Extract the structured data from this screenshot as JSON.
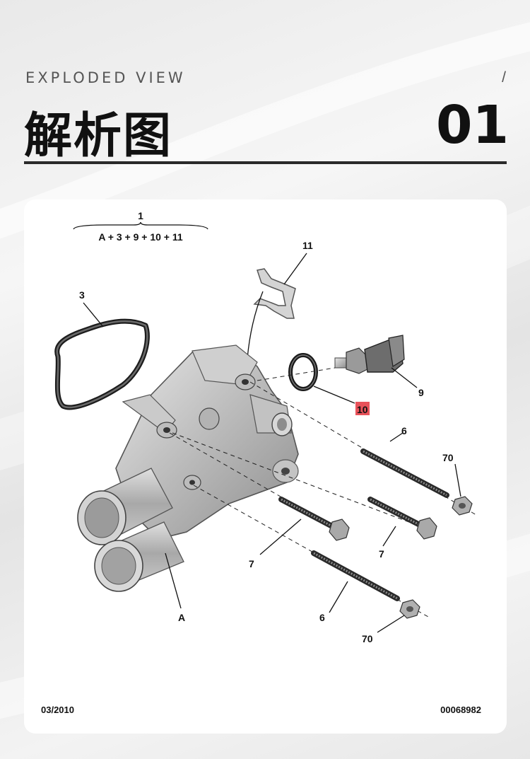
{
  "header": {
    "kicker": "EXPLODED VIEW",
    "slash": "/",
    "title": "解析图",
    "number": "01"
  },
  "diagram": {
    "kit_number": "1",
    "kit_formula": "A + 3 + 9 + 10 + 11",
    "callouts": {
      "gasket": "3",
      "clip": "11",
      "sensor": "9",
      "o_ring": "10",
      "long_bolt_upper": "6",
      "nut_upper": "70",
      "short_bolt_left": "7",
      "short_bolt_right": "7",
      "housing": "A",
      "long_bolt_lower": "6",
      "nut_lower": "70"
    },
    "highlight_color": "#e8525a",
    "date_code": "03/2010",
    "ref_number": "00068982"
  }
}
